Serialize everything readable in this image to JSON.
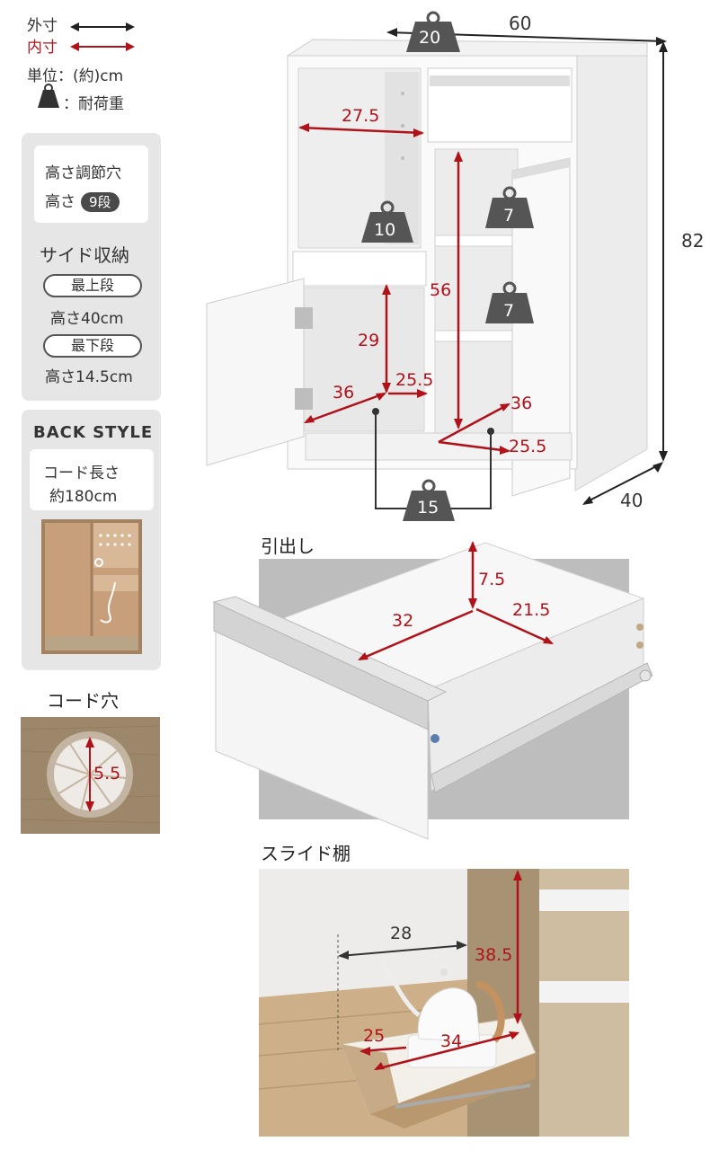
{
  "legend": {
    "outer_label": "外寸",
    "inner_label": "内寸",
    "unit_label": "単位：(約)cm",
    "load_label": "：耐荷重"
  },
  "height_adjust": {
    "title": "高さ調節穴",
    "height_label": "高さ",
    "levels": "9段"
  },
  "side_storage": {
    "title": "サイド収納",
    "top_pill": "最上段",
    "top_height": "高さ40cm",
    "bottom_pill": "最下段",
    "bottom_height": "高さ14.5cm"
  },
  "back_style": {
    "title": "BACK STYLE",
    "cord_length_line1": "コード長さ",
    "cord_length_line2": "約180cm"
  },
  "cord_hole": {
    "title": "コード穴",
    "dim": "5.5"
  },
  "cabinet": {
    "width": "60",
    "height": "82",
    "depth": "40",
    "top_load": "20",
    "left_shelf_load": "10",
    "right_upper_load": "7",
    "right_lower_load": "7",
    "bottom_load": "15",
    "left_inner_width": "27.5",
    "left_lower_height": "29",
    "left_lower_depth": "36",
    "left_lower_width": "25.5",
    "right_inner_height": "56",
    "right_inner_depth": "36",
    "right_inner_width": "25.5"
  },
  "drawer": {
    "title": "引出し",
    "depth": "32",
    "width": "21.5",
    "height": "7.5"
  },
  "slide_shelf": {
    "title": "スライド棚",
    "depth": "28",
    "height": "38.5",
    "inner_depth": "25",
    "inner_width": "34"
  },
  "colors": {
    "inner_dim": "#b0121a",
    "outer_dim": "#222222",
    "weight_icon": "#4a4a4a",
    "panel_bg": "#e6e6e6",
    "wood": "#a9906e"
  }
}
